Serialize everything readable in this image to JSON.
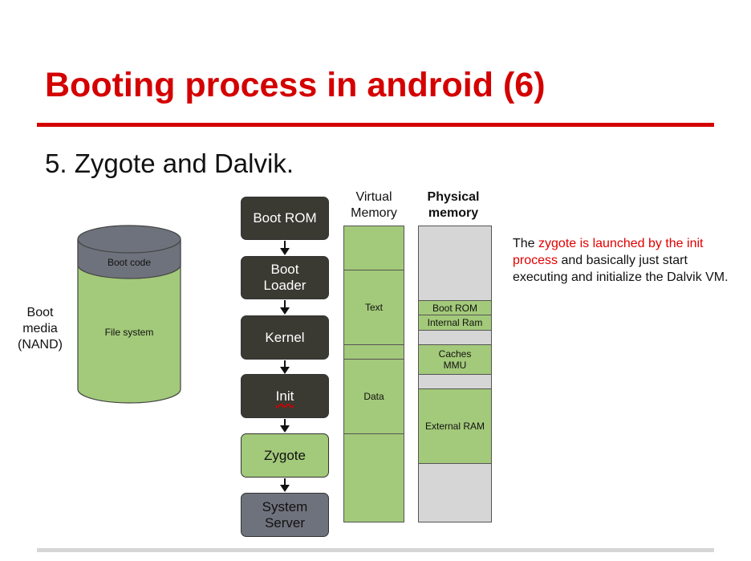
{
  "slide": {
    "title": "Booting process in android (6)",
    "subtitle": "5. Zygote and Dalvik."
  },
  "storage": {
    "media_label": "Boot media (NAND)",
    "boot_code": "Boot code",
    "file_system": "File system"
  },
  "boot_sequence": [
    {
      "label": "Boot ROM",
      "style": "dark"
    },
    {
      "label": "Boot Loader",
      "style": "dark"
    },
    {
      "label": "Kernel",
      "style": "dark"
    },
    {
      "label": "Init",
      "style": "dark"
    },
    {
      "label": "Zygote",
      "style": "green"
    },
    {
      "label": "System Server",
      "style": "gray"
    }
  ],
  "virtual_memory": {
    "heading": "Virtual Memory",
    "segments": [
      "",
      "Text",
      "",
      "Data",
      ""
    ]
  },
  "physical_memory": {
    "heading": "Physical memory",
    "segments": [
      "",
      "Boot ROM",
      "Internal Ram",
      "",
      "Caches MMU",
      "",
      "External RAM",
      ""
    ]
  },
  "description": {
    "pre": "The ",
    "highlight": "zygote is launched by the init process",
    "post": " and basically just start executing and initialize the Dalvik VM."
  },
  "colors": {
    "title_red": "#d40000",
    "dark_box": "#3a3a32",
    "green": "#a3c97a",
    "gray_box": "#6e727c",
    "light_gray": "#d6d6d6"
  }
}
